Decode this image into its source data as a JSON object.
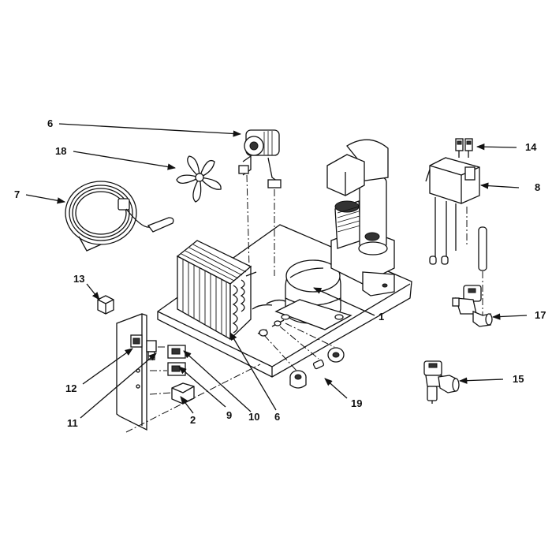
{
  "callouts": [
    {
      "id": "c6a",
      "label": "6"
    },
    {
      "id": "c18",
      "label": "18"
    },
    {
      "id": "c7",
      "label": "7"
    },
    {
      "id": "c14",
      "label": "14"
    },
    {
      "id": "c8",
      "label": "8"
    },
    {
      "id": "c13",
      "label": "13"
    },
    {
      "id": "c1",
      "label": "1"
    },
    {
      "id": "c17",
      "label": "17"
    },
    {
      "id": "c15",
      "label": "15"
    },
    {
      "id": "c12",
      "label": "12"
    },
    {
      "id": "c11",
      "label": "11"
    },
    {
      "id": "c2",
      "label": "2"
    },
    {
      "id": "c9",
      "label": "9"
    },
    {
      "id": "c10",
      "label": "10"
    },
    {
      "id": "c6b",
      "label": "6"
    },
    {
      "id": "c19",
      "label": "19"
    }
  ]
}
